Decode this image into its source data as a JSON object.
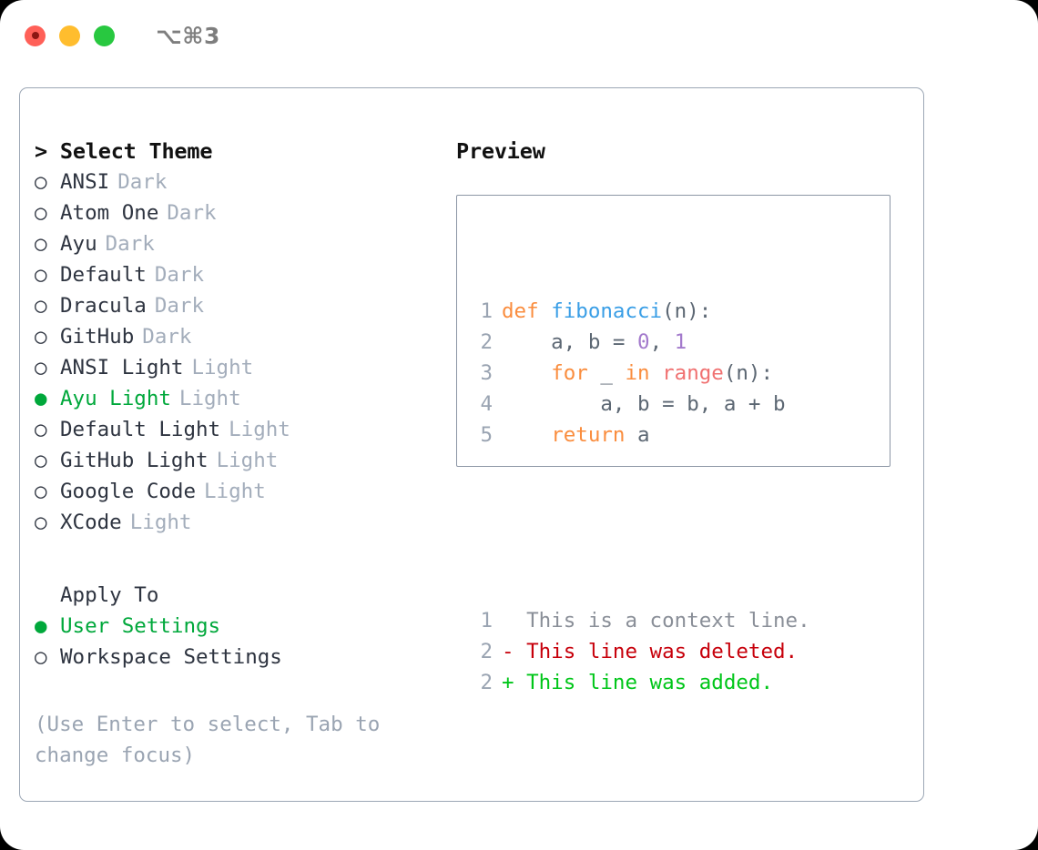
{
  "titlebar": {
    "shortcut": "⌥⌘3",
    "controls": [
      {
        "name": "close",
        "color": "#FF6058"
      },
      {
        "name": "minimize",
        "color": "#FFBD2E"
      },
      {
        "name": "maximize",
        "color": "#28C840"
      }
    ]
  },
  "colors": {
    "accent_green": "#00A83B",
    "muted": "#A3ADBB",
    "hint": "#9AA4B2",
    "border": "#9CA7B5",
    "preview_border": "#8C96A5",
    "keyword": "#FA8D3E",
    "function": "#399EE6",
    "builtin": "#F07171",
    "number": "#A37ACC",
    "plain": "#5C6773",
    "diff_context": "#8A8F98",
    "diff_deleted": "#C7000B",
    "diff_added": "#00C619"
  },
  "theme_section": {
    "title": "> Select Theme",
    "bullet_selected": "●",
    "bullet_unselected": "○",
    "items": [
      {
        "name": "ANSI",
        "mode": "Dark",
        "selected": false
      },
      {
        "name": "Atom One",
        "mode": "Dark",
        "selected": false
      },
      {
        "name": "Ayu",
        "mode": "Dark",
        "selected": false
      },
      {
        "name": "Default",
        "mode": "Dark",
        "selected": false
      },
      {
        "name": "Dracula",
        "mode": "Dark",
        "selected": false
      },
      {
        "name": "GitHub",
        "mode": "Dark",
        "selected": false
      },
      {
        "name": "ANSI Light",
        "mode": "Light",
        "selected": false
      },
      {
        "name": "Ayu Light",
        "mode": "Light",
        "selected": true
      },
      {
        "name": "Default Light",
        "mode": "Light",
        "selected": false
      },
      {
        "name": "GitHub Light",
        "mode": "Light",
        "selected": false
      },
      {
        "name": "Google Code",
        "mode": "Light",
        "selected": false
      },
      {
        "name": "XCode",
        "mode": "Light",
        "selected": false
      }
    ]
  },
  "apply_to_section": {
    "title": "Apply To",
    "items": [
      {
        "name": "User Settings",
        "selected": true
      },
      {
        "name": "Workspace Settings",
        "selected": false
      }
    ]
  },
  "hint": "(Use Enter to select, Tab to change focus)",
  "preview": {
    "title": "Preview",
    "code_lines": [
      {
        "num": "1",
        "tokens": [
          {
            "t": "def ",
            "c": "kw"
          },
          {
            "t": "fibonacci",
            "c": "fn"
          },
          {
            "t": "(n):",
            "c": "punc"
          }
        ]
      },
      {
        "num": "2",
        "tokens": [
          {
            "t": "    a, b = ",
            "c": "pln"
          },
          {
            "t": "0",
            "c": "num"
          },
          {
            "t": ", ",
            "c": "pln"
          },
          {
            "t": "1",
            "c": "num"
          }
        ]
      },
      {
        "num": "3",
        "tokens": [
          {
            "t": "    ",
            "c": "pln"
          },
          {
            "t": "for",
            "c": "kw"
          },
          {
            "t": " _ ",
            "c": "pln"
          },
          {
            "t": "in",
            "c": "kw"
          },
          {
            "t": " ",
            "c": "pln"
          },
          {
            "t": "range",
            "c": "bi"
          },
          {
            "t": "(n):",
            "c": "punc"
          }
        ]
      },
      {
        "num": "4",
        "tokens": [
          {
            "t": "        a, b = b, a + b",
            "c": "pln"
          }
        ]
      },
      {
        "num": "5",
        "tokens": [
          {
            "t": "    ",
            "c": "pln"
          },
          {
            "t": "return",
            "c": "kw"
          },
          {
            "t": " a",
            "c": "pln"
          }
        ]
      }
    ],
    "diff_lines": [
      {
        "num": "1",
        "marker": " ",
        "text": " This is a context line.",
        "kind": "context"
      },
      {
        "num": "2",
        "marker": "-",
        "text": " This line was deleted.",
        "kind": "deleted"
      },
      {
        "num": "2",
        "marker": "+",
        "text": " This line was added.",
        "kind": "added"
      }
    ]
  }
}
